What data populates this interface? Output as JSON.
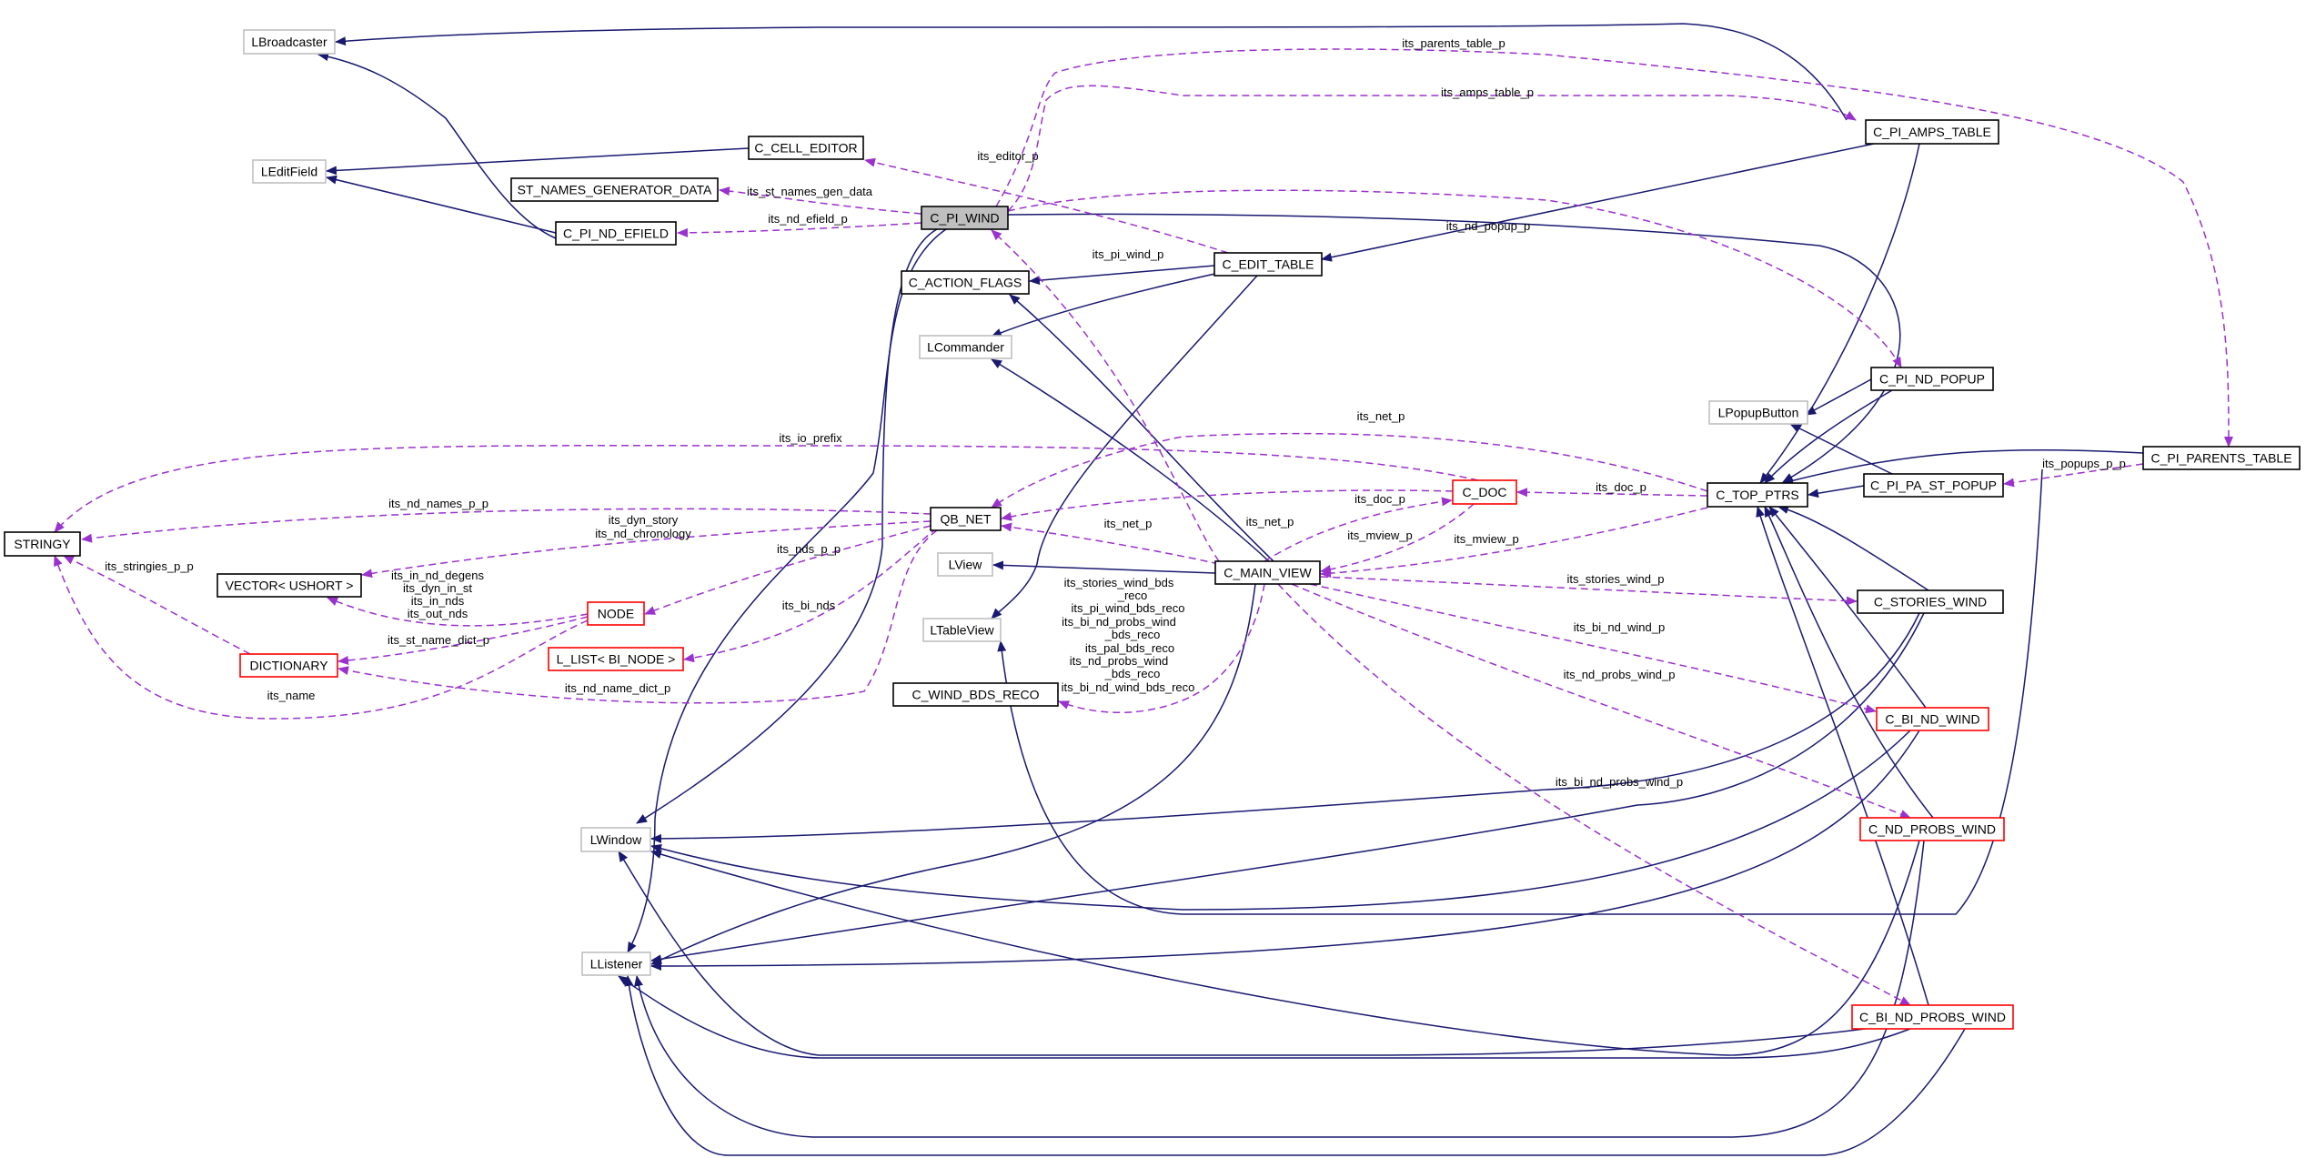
{
  "diagram": {
    "type": "collaboration-graph",
    "focus_node": "C_PI_WIND",
    "colors": {
      "inheritance_edge": "#191970",
      "usage_edge": "#9a32cd",
      "documented_border": "#000000",
      "external_border": "#bfbfbf",
      "undocumented_border": "#ff0000",
      "focus_fill": "#bfbfbf"
    },
    "nodes": {
      "LBroadcaster": {
        "label": "LBroadcaster",
        "kind": "external"
      },
      "LEditField": {
        "label": "LEditField",
        "kind": "external"
      },
      "C_CELL_EDITOR": {
        "label": "C_CELL_EDITOR",
        "kind": "documented"
      },
      "ST_NAMES_GENERATOR_DATA": {
        "label": "ST_NAMES_GENERATOR_DATA",
        "kind": "documented"
      },
      "C_PI_ND_EFIELD": {
        "label": "C_PI_ND_EFIELD",
        "kind": "documented"
      },
      "C_PI_WIND": {
        "label": "C_PI_WIND",
        "kind": "focus"
      },
      "C_EDIT_TABLE": {
        "label": "C_EDIT_TABLE",
        "kind": "documented"
      },
      "C_ACTION_FLAGS": {
        "label": "C_ACTION_FLAGS",
        "kind": "documented"
      },
      "LCommander": {
        "label": "LCommander",
        "kind": "external"
      },
      "C_PI_AMPS_TABLE": {
        "label": "C_PI_AMPS_TABLE",
        "kind": "documented"
      },
      "C_PI_ND_POPUP": {
        "label": "C_PI_ND_POPUP",
        "kind": "documented"
      },
      "LPopupButton": {
        "label": "LPopupButton",
        "kind": "external"
      },
      "C_PI_PARENTS_TABLE": {
        "label": "C_PI_PARENTS_TABLE",
        "kind": "documented"
      },
      "C_PI_PA_ST_POPUP": {
        "label": "C_PI_PA_ST_POPUP",
        "kind": "documented"
      },
      "C_TOP_PTRS": {
        "label": "C_TOP_PTRS",
        "kind": "documented"
      },
      "STRINGY": {
        "label": "STRINGY",
        "kind": "documented"
      },
      "QB_NET": {
        "label": "QB_NET",
        "kind": "documented"
      },
      "C_DOC": {
        "label": "C_DOC",
        "kind": "undocumented"
      },
      "LView": {
        "label": "LView",
        "kind": "external"
      },
      "C_MAIN_VIEW": {
        "label": "C_MAIN_VIEW",
        "kind": "documented"
      },
      "C_STORIES_WIND": {
        "label": "C_STORIES_WIND",
        "kind": "documented"
      },
      "VECTOR_USHORT": {
        "label": "VECTOR< USHORT >",
        "kind": "documented"
      },
      "NODE": {
        "label": "NODE",
        "kind": "undocumented"
      },
      "LTableView": {
        "label": "LTableView",
        "kind": "external"
      },
      "L_LIST_BI_NODE": {
        "label": "L_LIST< BI_NODE >",
        "kind": "undocumented"
      },
      "DICTIONARY": {
        "label": "DICTIONARY",
        "kind": "undocumented"
      },
      "C_WIND_BDS_RECO": {
        "label": "C_WIND_BDS_RECO",
        "kind": "documented"
      },
      "C_BI_ND_WIND": {
        "label": "C_BI_ND_WIND",
        "kind": "undocumented"
      },
      "C_ND_PROBS_WIND": {
        "label": "C_ND_PROBS_WIND",
        "kind": "undocumented"
      },
      "LWindow": {
        "label": "LWindow",
        "kind": "external"
      },
      "LListener": {
        "label": "LListener",
        "kind": "external"
      },
      "C_BI_ND_PROBS_WIND": {
        "label": "C_BI_ND_PROBS_WIND",
        "kind": "undocumented"
      }
    },
    "edge_labels": {
      "amps_table": "its_amps_table_p",
      "parents_table": "its_parents_table_p",
      "editor": "its_editor_p",
      "st_names": "its_st_names_gen_data",
      "nd_efield": "its_nd_efield_p",
      "nd_popup": "its_nd_popup_p",
      "pi_wind": "its_pi_wind_p",
      "io_prefix": "its_io_prefix",
      "net_top": "its_net_p",
      "nd_names": "its_nd_names_p_p",
      "net_doc": "its_net_p",
      "doc_top": "its_doc_p",
      "popups": "its_popups_p_p",
      "dyn_story": "its_dyn_story",
      "nd_chronology": "its_nd_chronology",
      "doc_mv": "its_doc_p",
      "stringies": "its_stringies_p_p",
      "nds_pp": "its_nds_p_p",
      "net_mv": "its_net_p",
      "mview_doc": "its_mview_p",
      "mview_top": "its_mview_p",
      "in_nd_degens": "its_in_nd_degens",
      "dyn_in_st": "its_dyn_in_st",
      "in_nds": "its_in_nds",
      "out_nds": "its_out_nds",
      "bi_nds": "its_bi_nds",
      "stories_wind": "its_stories_wind_p",
      "st_name_dict": "its_st_name_dict_p",
      "bi_nd_wind": "its_bi_nd_wind_p",
      "name": "its_name",
      "nd_name_dict": "its_nd_name_dict_p",
      "nd_probs_wind": "its_nd_probs_wind_p",
      "bi_nd_probs_wind": "its_bi_nd_probs_wind_p",
      "bds_reco_lines": [
        "its_stories_wind_bds",
        "_reco",
        "its_pi_wind_bds_reco",
        "its_bi_nd_probs_wind",
        "_bds_reco",
        "its_pal_bds_reco",
        "its_nd_probs_wind",
        "_bds_reco",
        "its_bi_nd_wind_bds_reco"
      ]
    }
  }
}
